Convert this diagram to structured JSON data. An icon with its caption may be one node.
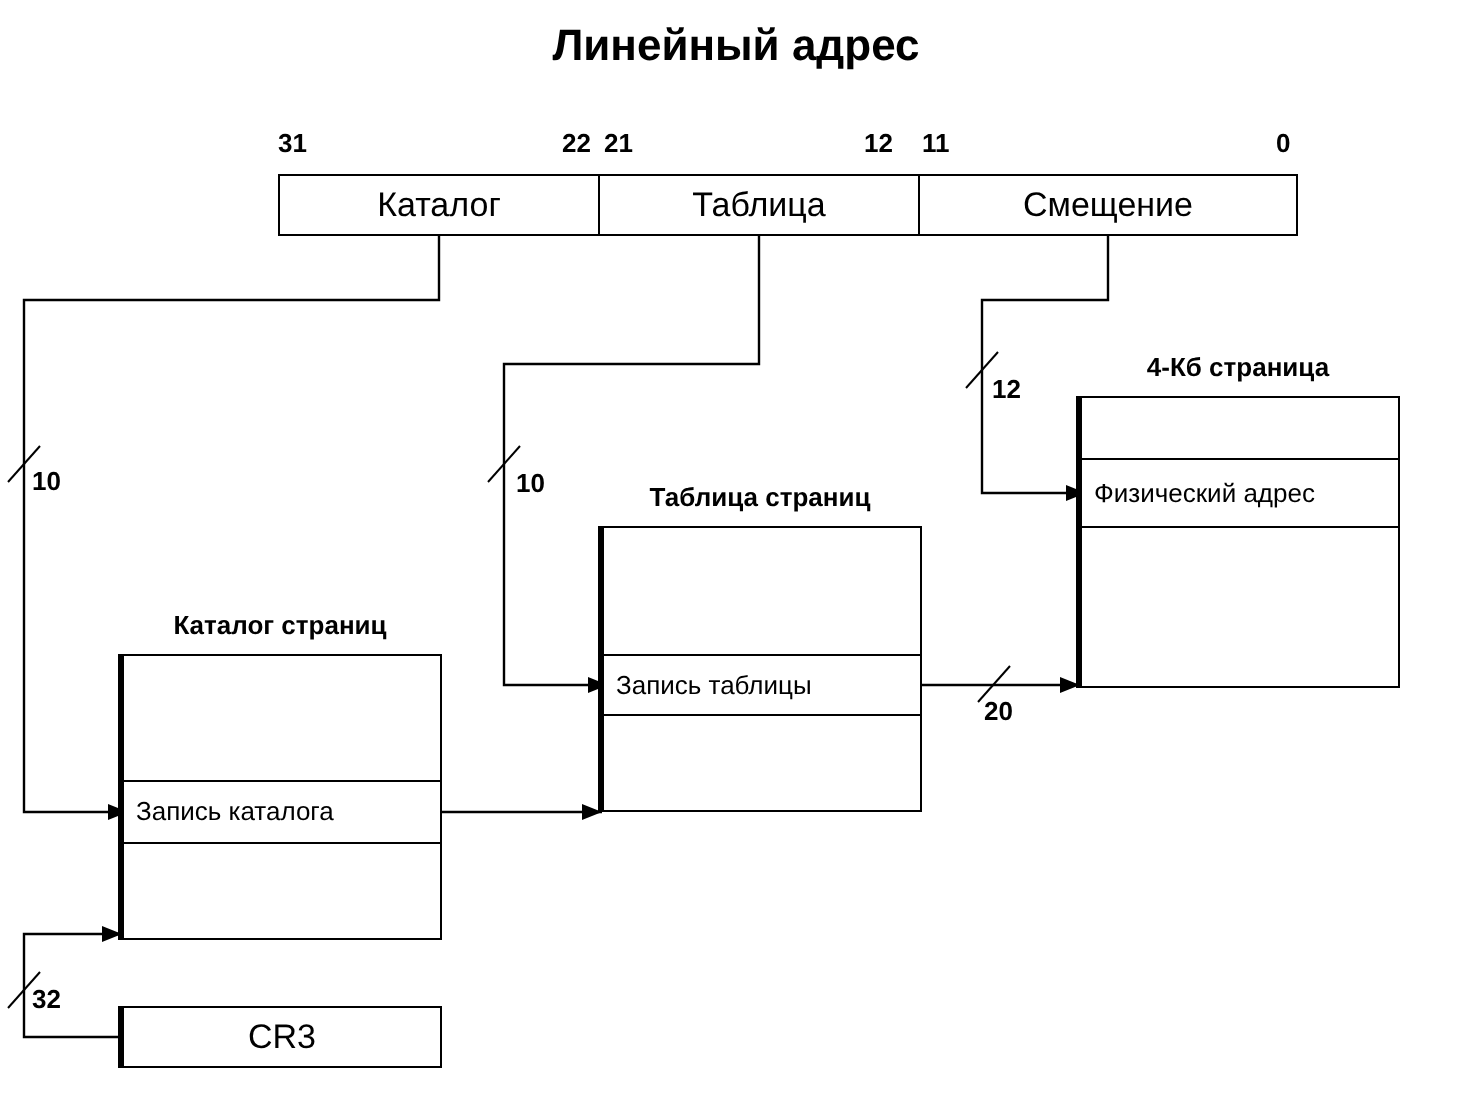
{
  "diagram": {
    "title": "Линейный адрес",
    "nodes": [
      {
        "text": [
          "Каталог"
        ]
      },
      {
        "text": [
          "Таблица"
        ]
      },
      {
        "text": [
          "Смещение"
        ]
      },
      {
        "text": [
          "Каталог страниц"
        ]
      },
      {
        "text": [
          "Запись каталога"
        ],
        "in": 3
      },
      {
        "text": [
          "Таблица страниц"
        ]
      },
      {
        "text": [
          "Запись таблицы"
        ],
        "in": 5
      },
      {
        "text": [
          "4-Кб страница"
        ]
      },
      {
        "text": [
          "Физический адрес"
        ],
        "in": 7
      },
      {
        "text": [
          "CR3"
        ]
      }
    ],
    "edges": [
      {
        "from": 0,
        "to": 4,
        "arrow": "to",
        "label": "10"
      },
      {
        "from": 1,
        "to": 6,
        "arrow": "to",
        "label": "10"
      },
      {
        "from": 2,
        "to": 8,
        "arrow": "to",
        "label": "12"
      },
      {
        "from": 4,
        "to": 5,
        "arrow": "to"
      },
      {
        "from": 6,
        "to": 7,
        "arrow": "to",
        "label": "20"
      },
      {
        "from": 9,
        "to": 3,
        "arrow": "to",
        "label": "32"
      }
    ],
    "labels": [
      "31",
      "22",
      "21",
      "12",
      "11",
      "0"
    ]
  }
}
